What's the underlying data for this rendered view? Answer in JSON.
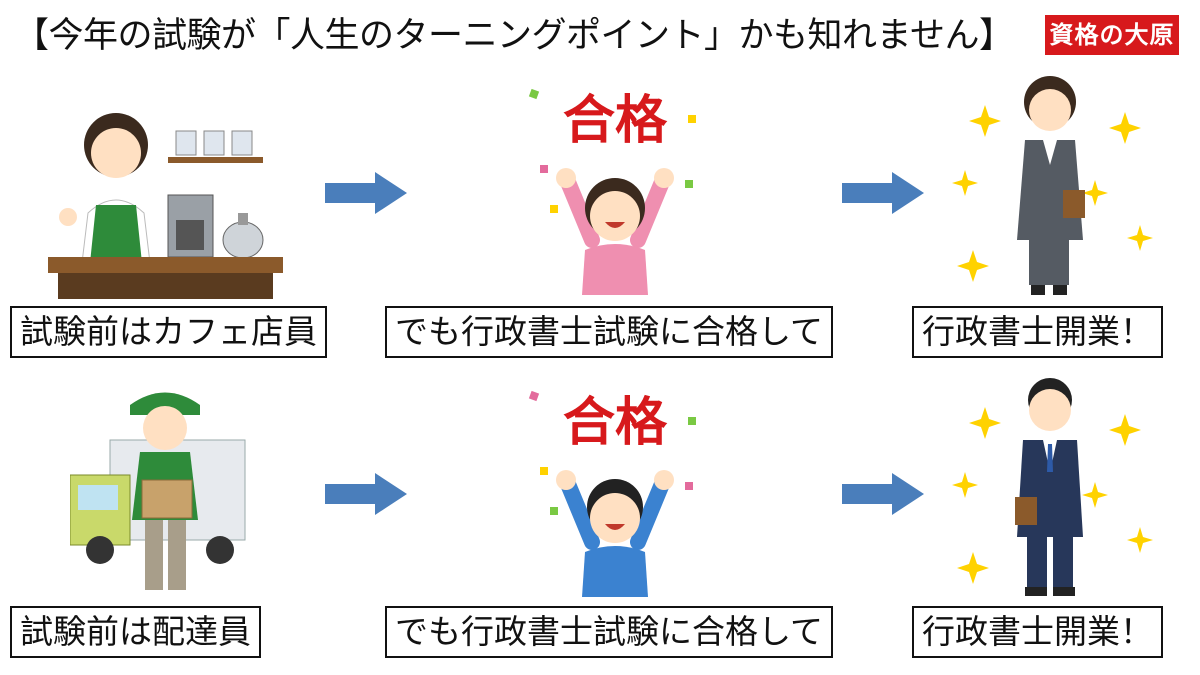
{
  "title": "【今年の試験が「人生のターニングポイント」かも知れません】",
  "logo": "資格の大原",
  "badge_text": "合格",
  "rows": [
    {
      "before": "試験前はカフェ店員",
      "middle": "でも行政書士試験に合格して",
      "after": "行政書士開業！"
    },
    {
      "before": "試験前は配達員",
      "middle": "でも行政書士試験に合格して",
      "after": "行政書士開業！"
    }
  ],
  "colors": {
    "arrow": "#4a7ebb",
    "badge": "#d7191c",
    "logo_bg": "#d7191c",
    "apron": "#2e8b3a",
    "sparkle": "#ffd200"
  },
  "icons": [
    "cafe-clerk-illustration",
    "arrow-right-icon",
    "celebrating-woman-illustration",
    "professional-woman-illustration",
    "delivery-worker-illustration",
    "celebrating-man-illustration",
    "professional-man-illustration"
  ]
}
